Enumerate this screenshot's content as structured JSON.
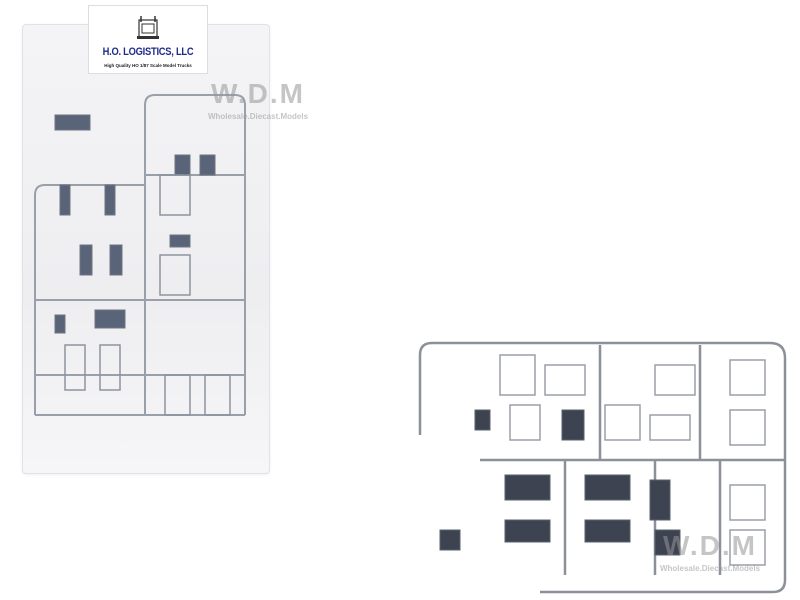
{
  "product_card": {
    "brand": "H.O. LOGISTICS, LLC",
    "tagline": "High Quality HO 1/87 Scale Model Trucks"
  },
  "watermarks": [
    {
      "logo": "W.D.M",
      "text": "Wholesale.Diecast.Models"
    },
    {
      "logo": "W.D.M",
      "text": "Wholesale.Diecast.Models"
    }
  ],
  "colors": {
    "brand_blue": "#1f2b8a",
    "chrome": "#8a8e96"
  }
}
